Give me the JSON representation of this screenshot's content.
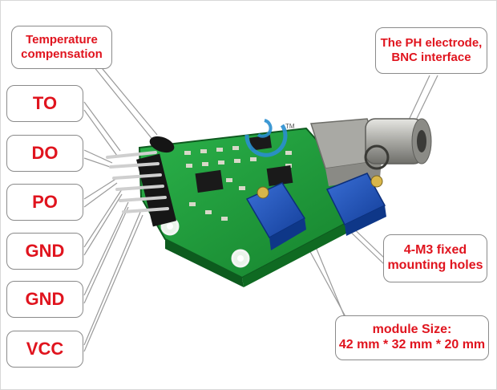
{
  "labels": {
    "temperature": [
      "Temperature",
      "compensation"
    ],
    "electrode": [
      "The PH electrode,",
      "BNC interface"
    ],
    "holes": [
      "4-M3 fixed",
      "mounting holes"
    ],
    "size": [
      "module  Size:",
      "42 mm * 32 mm * 20 mm"
    ],
    "pins": [
      "TO",
      "DO",
      "PO",
      "GND",
      "GND",
      "VCC"
    ]
  },
  "logo": {
    "mark": "TM"
  },
  "colors": {
    "label_text": "#e0141e",
    "pcb": "#1f9a3a",
    "potentiometer": "#1e4fb5",
    "bnc_metal": "#b9b9b4",
    "header_pins": "#c9c9c9"
  }
}
